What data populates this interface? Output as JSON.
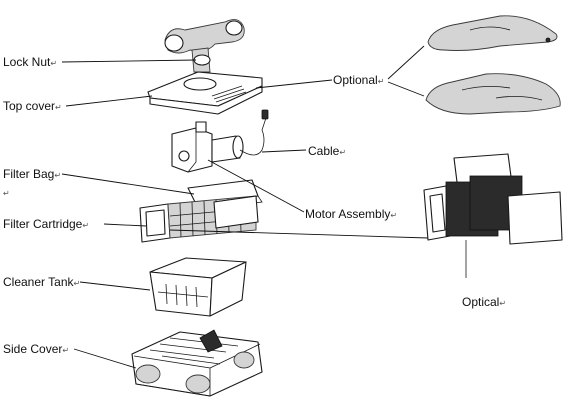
{
  "diagram": {
    "labels": {
      "lock_nut": "Lock Nut",
      "top_cover": "Top cover",
      "filter_bag": "Filter Bag",
      "filter_cartridge": "Filter Cartridge",
      "cleaner_tank": "Cleaner Tank",
      "side_cover": "Side Cover",
      "optional": "Optional",
      "cable": "Cable",
      "motor_assembly": "Motor Assembly",
      "optical": "Optical"
    },
    "return_mark": "↵"
  }
}
